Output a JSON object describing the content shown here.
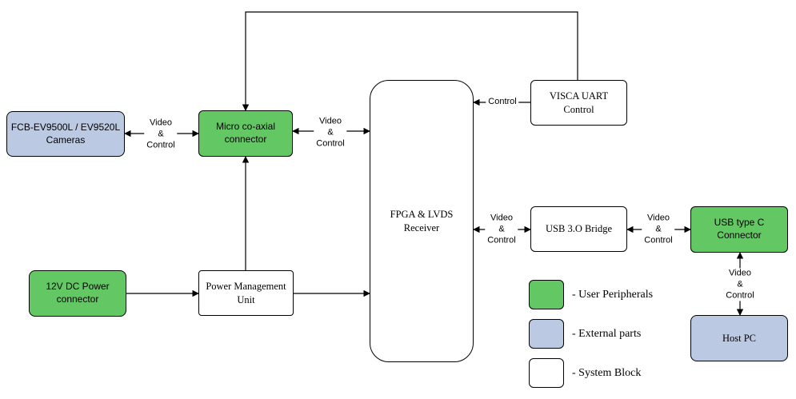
{
  "colors": {
    "user_peripheral": "#63C763",
    "external_part": "#BCC9E2",
    "system_block": "#FFFFFF"
  },
  "nodes": {
    "cameras": "FCB-EV9500L / EV9520L\nCameras",
    "micro_coaxial": "Micro co-axial\nconnector",
    "fpga": "FPGA & LVDS\nReceiver",
    "visca": "VISCA UART\nControl",
    "usb_bridge": "USB 3.O Bridge",
    "usb_c": "USB type C\nConnector",
    "dc_power": "12V DC Power\nconnector",
    "pmu": "Power Management\nUnit",
    "host_pc": "Host PC"
  },
  "edge_labels": {
    "cameras_micro": "Video\n&\nControl",
    "micro_fpga": "Video\n&\nControl",
    "visca_fpga": "Control",
    "fpga_usb_bridge": "Video\n&\nControl",
    "usb_bridge_usb_c": "Video\n&\nControl",
    "usb_c_host": "Video\n&\nControl"
  },
  "legend": [
    {
      "label": "- User Peripherals",
      "color": "#63C763"
    },
    {
      "label": "- External parts",
      "color": "#BCC9E2"
    },
    {
      "label": "- System Block",
      "color": "#FFFFFF"
    }
  ]
}
